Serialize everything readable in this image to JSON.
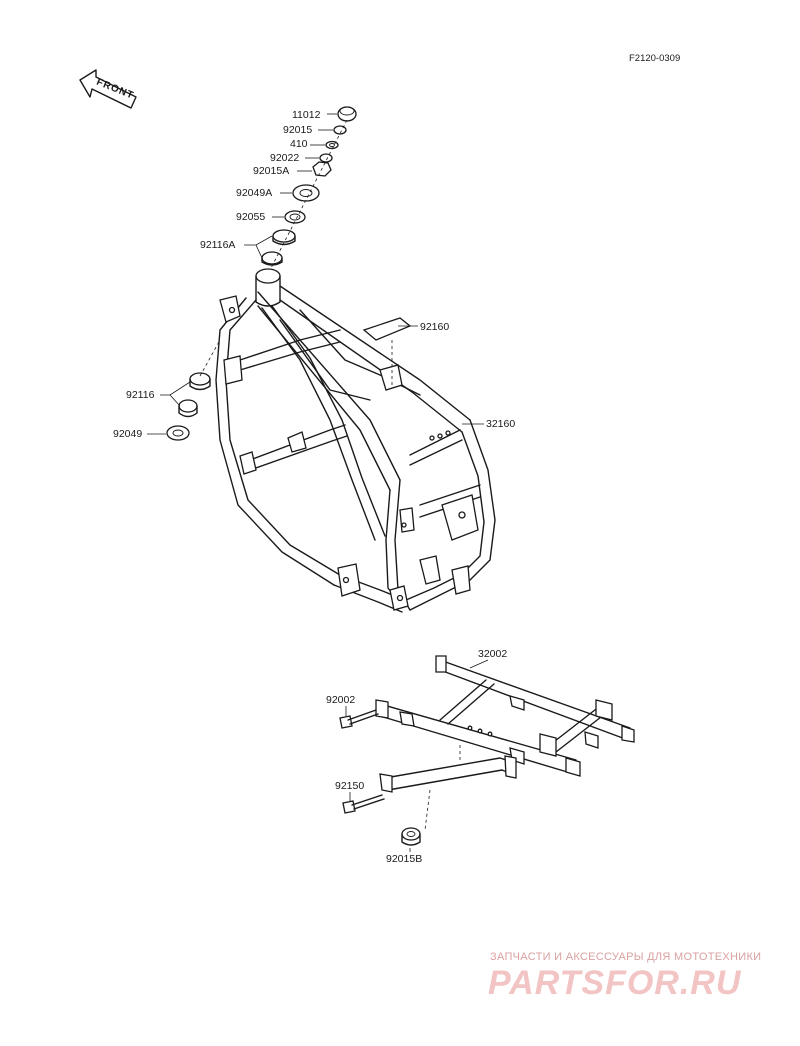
{
  "diagram_code": "F2120-0309",
  "front_marker": "FRONT",
  "parts": {
    "p11012": "11012",
    "p92015": "92015",
    "p410": "410",
    "p92022": "92022",
    "p92015A": "92015A",
    "p92049A": "92049A",
    "p92055": "92055",
    "p92116A": "92116A",
    "p92160": "92160",
    "p32160": "32160",
    "p92116": "92116",
    "p92049": "92049",
    "p32002": "32002",
    "p92002": "92002",
    "p92150": "92150",
    "p92015B": "92015B"
  },
  "watermark": {
    "caption": "ЗАПЧАСТИ И АКСЕССУАРЫ ДЛЯ МОТОТЕХНИКИ",
    "logo": "PARTSFOR.RU"
  }
}
